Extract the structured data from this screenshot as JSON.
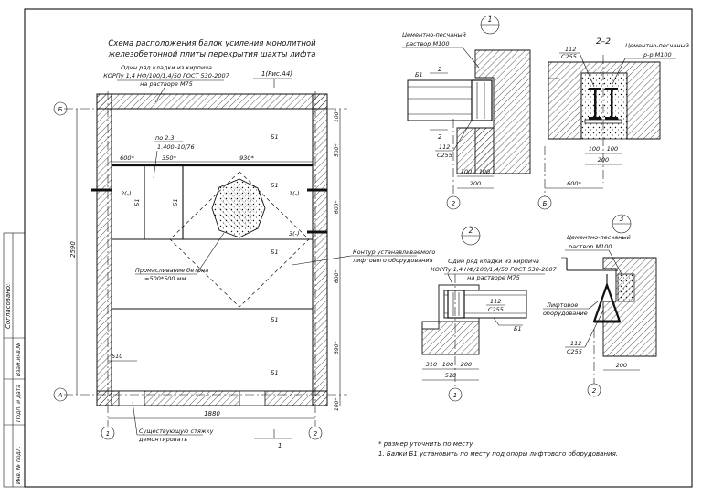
{
  "plan": {
    "title_line1": "Схема расположения балок усиления монолитной",
    "title_line2": "железобетонной плиты перекрытия шахты лифта",
    "masonry_line1": "Один ряд кладки из кирпича",
    "masonry_line2": "КОРПу 1,4 НФ/100/1,4/50 ГОСТ 530-2007",
    "masonry_line3": "на растворе М75",
    "ref_detail": "1(Рис.А4)",
    "axis_b": "Б",
    "axis_a": "А",
    "axis_1": "1",
    "axis_2": "2",
    "dim_600": "600*",
    "dim_350": "350*",
    "dim_930": "930*",
    "dim_1880": "1880",
    "dim_2590": "2590",
    "dim_510": "510",
    "dim_100a": "100*",
    "dim_500": "500*",
    "dim_600b": "600*",
    "dim_600c": "600*",
    "dim_690": "690*",
    "dim_100b": "100*",
    "by_23": "по 2.3",
    "pipe": "1.400–10/76",
    "beam": "Б1",
    "cut_2": "2(-)",
    "cut_1": "1(-)",
    "cut_3": "3(-)",
    "hole_label1": "Промасливание бетона",
    "hole_label2": "≈500*500 мм",
    "contour1": "Контур устанавливаемого",
    "contour2": "лифтового оборудования",
    "screed1": "Существующую стяжку",
    "screed2": "демонтировать",
    "cut_mark_1": "1",
    "cut_mark_2": "2"
  },
  "detail1": {
    "num": "1",
    "mortar1": "Цементно-песчаный",
    "mortar2": "раствор М100",
    "beam": "Б1",
    "cut": "2",
    "steel1": "112",
    "steel2": "С255",
    "d100a": "100",
    "d100b": "100",
    "d200": "200",
    "axis": "2"
  },
  "section22": {
    "title": "2–2",
    "mortar1": "Цементно-песчаный",
    "mortar2": "р-р М100",
    "steel1": "112",
    "steel2": "С255",
    "d100a": "100",
    "d100b": "100",
    "d200": "200",
    "d600": "600*",
    "axis": "Б"
  },
  "detail2": {
    "num": "2",
    "masonry1": "Один ряд кладки из кирпича",
    "masonry2": "КОРПу 1,4 НФ/100/1,4/50 ГОСТ 530-2007",
    "masonry3": "на растворе М75",
    "steel1": "112",
    "steel2": "С255",
    "beam": "Б1",
    "d310": "310",
    "d100": "100",
    "d200": "200",
    "d510": "510",
    "axis": "1"
  },
  "detail3": {
    "num": "3",
    "mortar1": "Цементно-песчаный",
    "mortar2": "раствор М100",
    "lift1": "Лифтовое",
    "lift2": "оборудование",
    "steel1": "112",
    "steel2": "С255",
    "d200": "200",
    "axis": "2"
  },
  "notes": {
    "n0": "* размер уточнить по месту",
    "n1": "1. Балки Б1 установить по месту под опоры лифтового оборудования."
  },
  "stamp": {
    "agreed": "Согласовано:",
    "inv_sub": "Взам.инв.№",
    "sign_date": "Подп. и дата",
    "inv_orig": "Инв. № подл."
  }
}
